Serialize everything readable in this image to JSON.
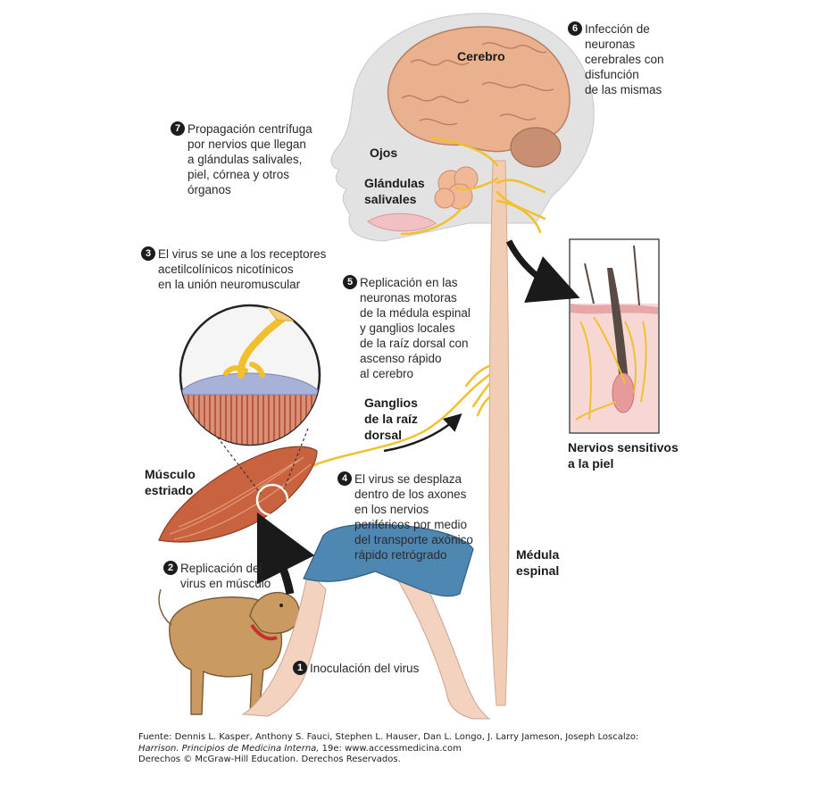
{
  "labels": {
    "cerebro": "Cerebro",
    "ojos": "Ojos",
    "glandulas": "Glándulas\nsalivales",
    "musculo": "Músculo\nestriado",
    "ganglios": "Ganglios\nde la raíz\ndorsal",
    "medula": "Médula\nespinal",
    "nervios": "Nervios sensitivos\na la piel"
  },
  "steps": [
    {
      "num": "1",
      "text": "Inoculación del virus"
    },
    {
      "num": "2",
      "text": "Replicación del\nvirus en músculo"
    },
    {
      "num": "3",
      "text": "El virus se une a los receptores\nacetilcolínicos nicotínicos\nen la unión neuromuscular"
    },
    {
      "num": "4",
      "text": "El virus se desplaza\ndentro de los axones\nen los nervios\nperiféricos por medio\ndel transporte axónico\nrápido retrógrado"
    },
    {
      "num": "5",
      "text": "Replicación en las\nneuronas motoras\nde la médula espinal\ny ganglios locales\nde la raíz dorsal con\nascenso rápido\nal cerebro"
    },
    {
      "num": "6",
      "text": "Infección de\nneuronas\ncerebrales con\ndisfunción\nde las mismas"
    },
    {
      "num": "7",
      "text": "Propagación centrífuga\npor nervios que llegan\na glándulas salivales,\npiel, córnea y otros\nórganos"
    }
  ],
  "source": {
    "line1": "Fuente: Dennis L. Kasper, Anthony S. Fauci, Stephen L. Hauser, Dan L. Longo, J. Larry Jameson, Joseph Loscalzo:",
    "line2_italic": "Harrison. Principios de Medicina Interna,",
    "line2_rest": " 19e: www.accessmedicina.com",
    "line3": "Derechos © McGraw-Hill Education. Derechos Reservados."
  },
  "colors": {
    "head": "#e3e3e3",
    "brain": "#e9b08e",
    "cerebellum": "#c98f72",
    "nerve": "#f4c233",
    "spine": "#f1cdb5",
    "muscle": "#c9623e",
    "dog": "#c99a61",
    "shorts": "#4f87b3",
    "skin": "#f3d2c0",
    "arrow": "#1a1a1a"
  }
}
